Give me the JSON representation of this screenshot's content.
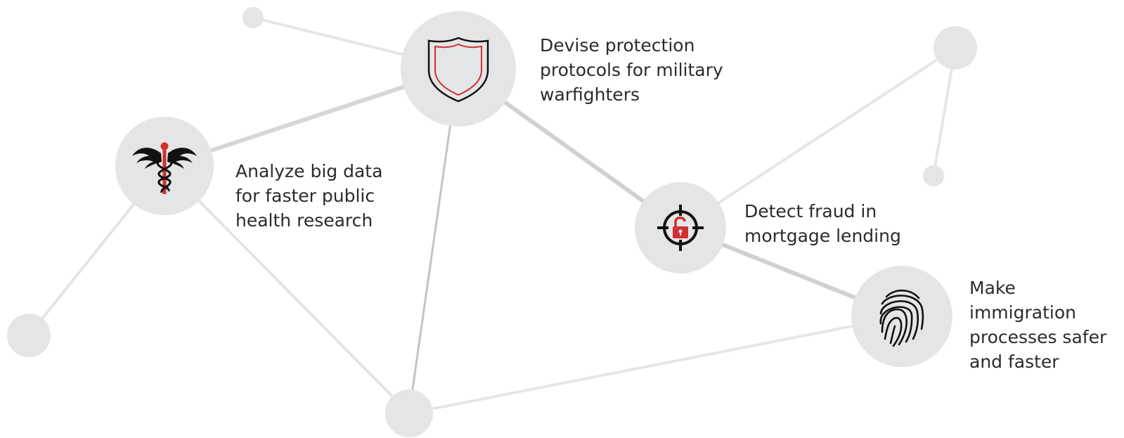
{
  "colors": {
    "background": "#ffffff",
    "node_fill": "#e4e5e7",
    "edge_light": "#e6e6e6",
    "edge_mid": "#d2d2d2",
    "edge_dark": "#c0c0c0",
    "text": "#2b2b2b",
    "accent": "#d32f2f",
    "icon": "#111111"
  },
  "nodes": [
    {
      "id": "public-health",
      "icon": "caduceus-icon",
      "caption_lines": [
        "Analyze big data",
        "for faster public",
        "health research"
      ]
    },
    {
      "id": "military",
      "icon": "shield-icon",
      "caption_lines": [
        "Devise protection",
        "protocols for military",
        "warfighters"
      ]
    },
    {
      "id": "fraud",
      "icon": "target-lock-icon",
      "caption_lines": [
        "Detect fraud in",
        "mortgage lending"
      ]
    },
    {
      "id": "immigration",
      "icon": "fingerprint-icon",
      "caption_lines": [
        "Make",
        "immigration",
        "processes safer",
        "and faster"
      ]
    }
  ]
}
